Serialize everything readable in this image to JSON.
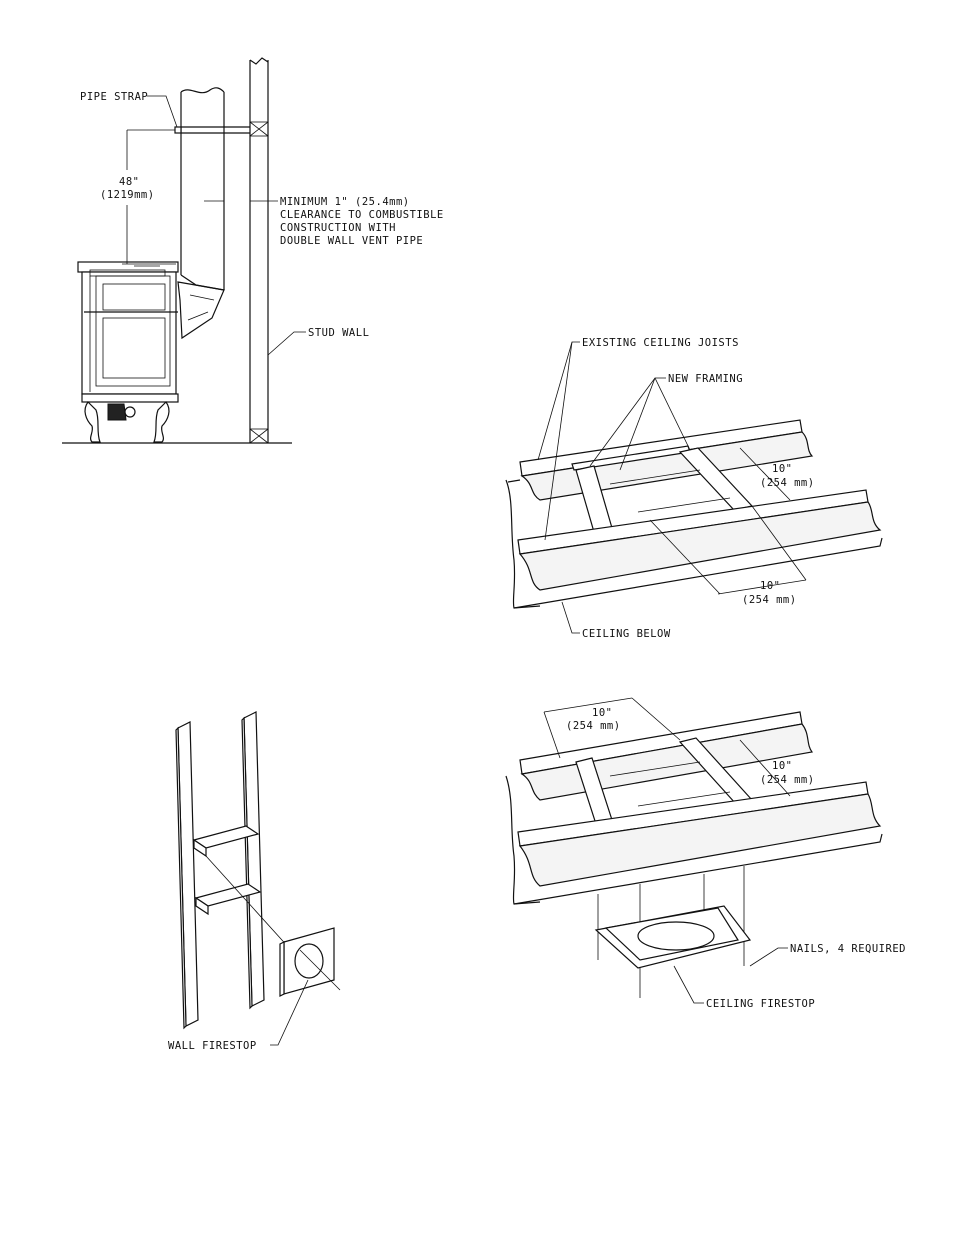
{
  "figure_stove": {
    "pipe_strap": "PIPE STRAP",
    "dim_in": "48\"",
    "dim_mm": "(1219mm)",
    "clearance_1": "MINIMUM 1\" (25.4mm)",
    "clearance_2": "CLEARANCE TO COMBUSTIBLE",
    "clearance_3": "CONSTRUCTION WITH",
    "clearance_4": "DOUBLE WALL VENT PIPE",
    "stud_wall": "STUD WALL"
  },
  "figure_ceiling_framing": {
    "existing_joists": "EXISTING CEILING JOISTS",
    "new_framing": "NEW FRAMING",
    "dim_a_in": "10\"",
    "dim_a_mm": "(254 mm)",
    "dim_b_in": "10\"",
    "dim_b_mm": "(254 mm)",
    "ceiling_below": "CEILING BELOW"
  },
  "figure_wall_firestop": {
    "wall_firestop": "WALL FIRESTOP"
  },
  "figure_ceiling_firestop": {
    "dim_a_in": "10\"",
    "dim_a_mm": "(254 mm)",
    "dim_b_in": "10\"",
    "dim_b_mm": "(254 mm)",
    "nails": "NAILS, 4 REQUIRED",
    "ceiling_firestop": "CEILING FIRESTOP"
  }
}
